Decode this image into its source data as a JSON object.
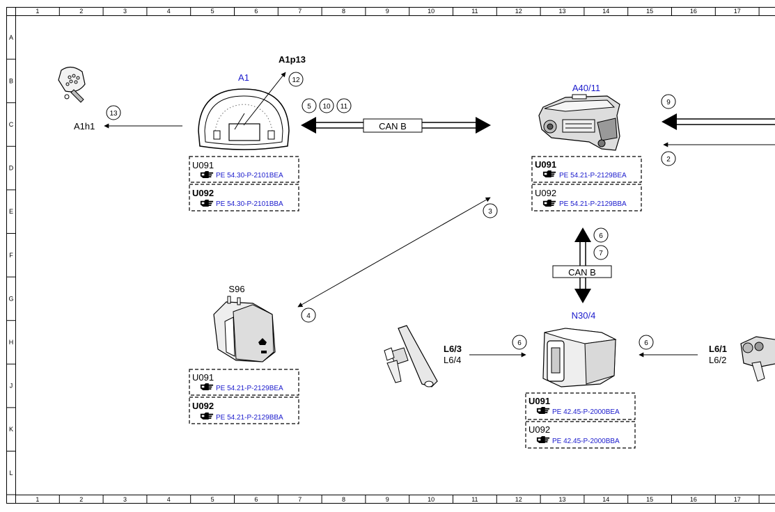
{
  "ruler": {
    "columns": [
      "1",
      "2",
      "3",
      "4",
      "5",
      "6",
      "7",
      "8",
      "9",
      "10",
      "11",
      "12",
      "13",
      "14",
      "15",
      "16",
      "17"
    ],
    "rows": [
      "A",
      "B",
      "C",
      "D",
      "E",
      "F",
      "G",
      "H",
      "J",
      "K",
      "L"
    ]
  },
  "components": {
    "a1": {
      "label": "A1",
      "output": "A1p13",
      "lamp": "A1h1"
    },
    "a40": {
      "label": "A40/11"
    },
    "s96": {
      "label": "S96"
    },
    "n30": {
      "label": "N30/4"
    },
    "l6_left": {
      "line1": "L6/3",
      "line2": "L6/4"
    },
    "l6_right": {
      "line1": "L6/1",
      "line2": "L6/2"
    }
  },
  "bus": {
    "top": "CAN B",
    "vertical": "CAN B"
  },
  "callouts": {
    "c2": "2",
    "c3": "3",
    "c4": "4",
    "c5": "5",
    "c6a": "6",
    "c6b": "6",
    "c6c": "6",
    "c7": "7",
    "c9": "9",
    "c10": "10",
    "c11": "11",
    "c12": "12",
    "c13": "13"
  },
  "refs": {
    "a1": [
      {
        "code": "U091",
        "ref": "PE 54.30-P-2101BEA"
      },
      {
        "code": "U092",
        "ref": "PE 54.30-P-2101BBA"
      }
    ],
    "a40": [
      {
        "code": "U091",
        "ref": "PE 54.21-P-2129BEA"
      },
      {
        "code": "U092",
        "ref": "PE 54.21-P-2129BBA"
      }
    ],
    "s96": [
      {
        "code": "U091",
        "ref": "PE 54.21-P-2129BEA"
      },
      {
        "code": "U092",
        "ref": "PE 54.21-P-2129BBA"
      }
    ],
    "n30": [
      {
        "code": "U091",
        "ref": "PE 42.45-P-2000BEA"
      },
      {
        "code": "U092",
        "ref": "PE 42.45-P-2000BBA"
      }
    ]
  },
  "ref_icon": "pointing-hand-icon"
}
